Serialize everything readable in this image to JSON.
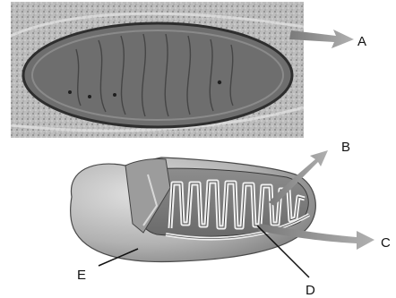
{
  "labels": {
    "A": "A",
    "B": "B",
    "C": "C",
    "D": "D",
    "E": "E"
  },
  "colors": {
    "micrograph_bg": "#bdbdbd",
    "organelle_fill": "#6e6e6e",
    "model_outer": "#b5b5b5",
    "arrow_fill": "#9a9a9a",
    "pointer_line": "#111111"
  }
}
